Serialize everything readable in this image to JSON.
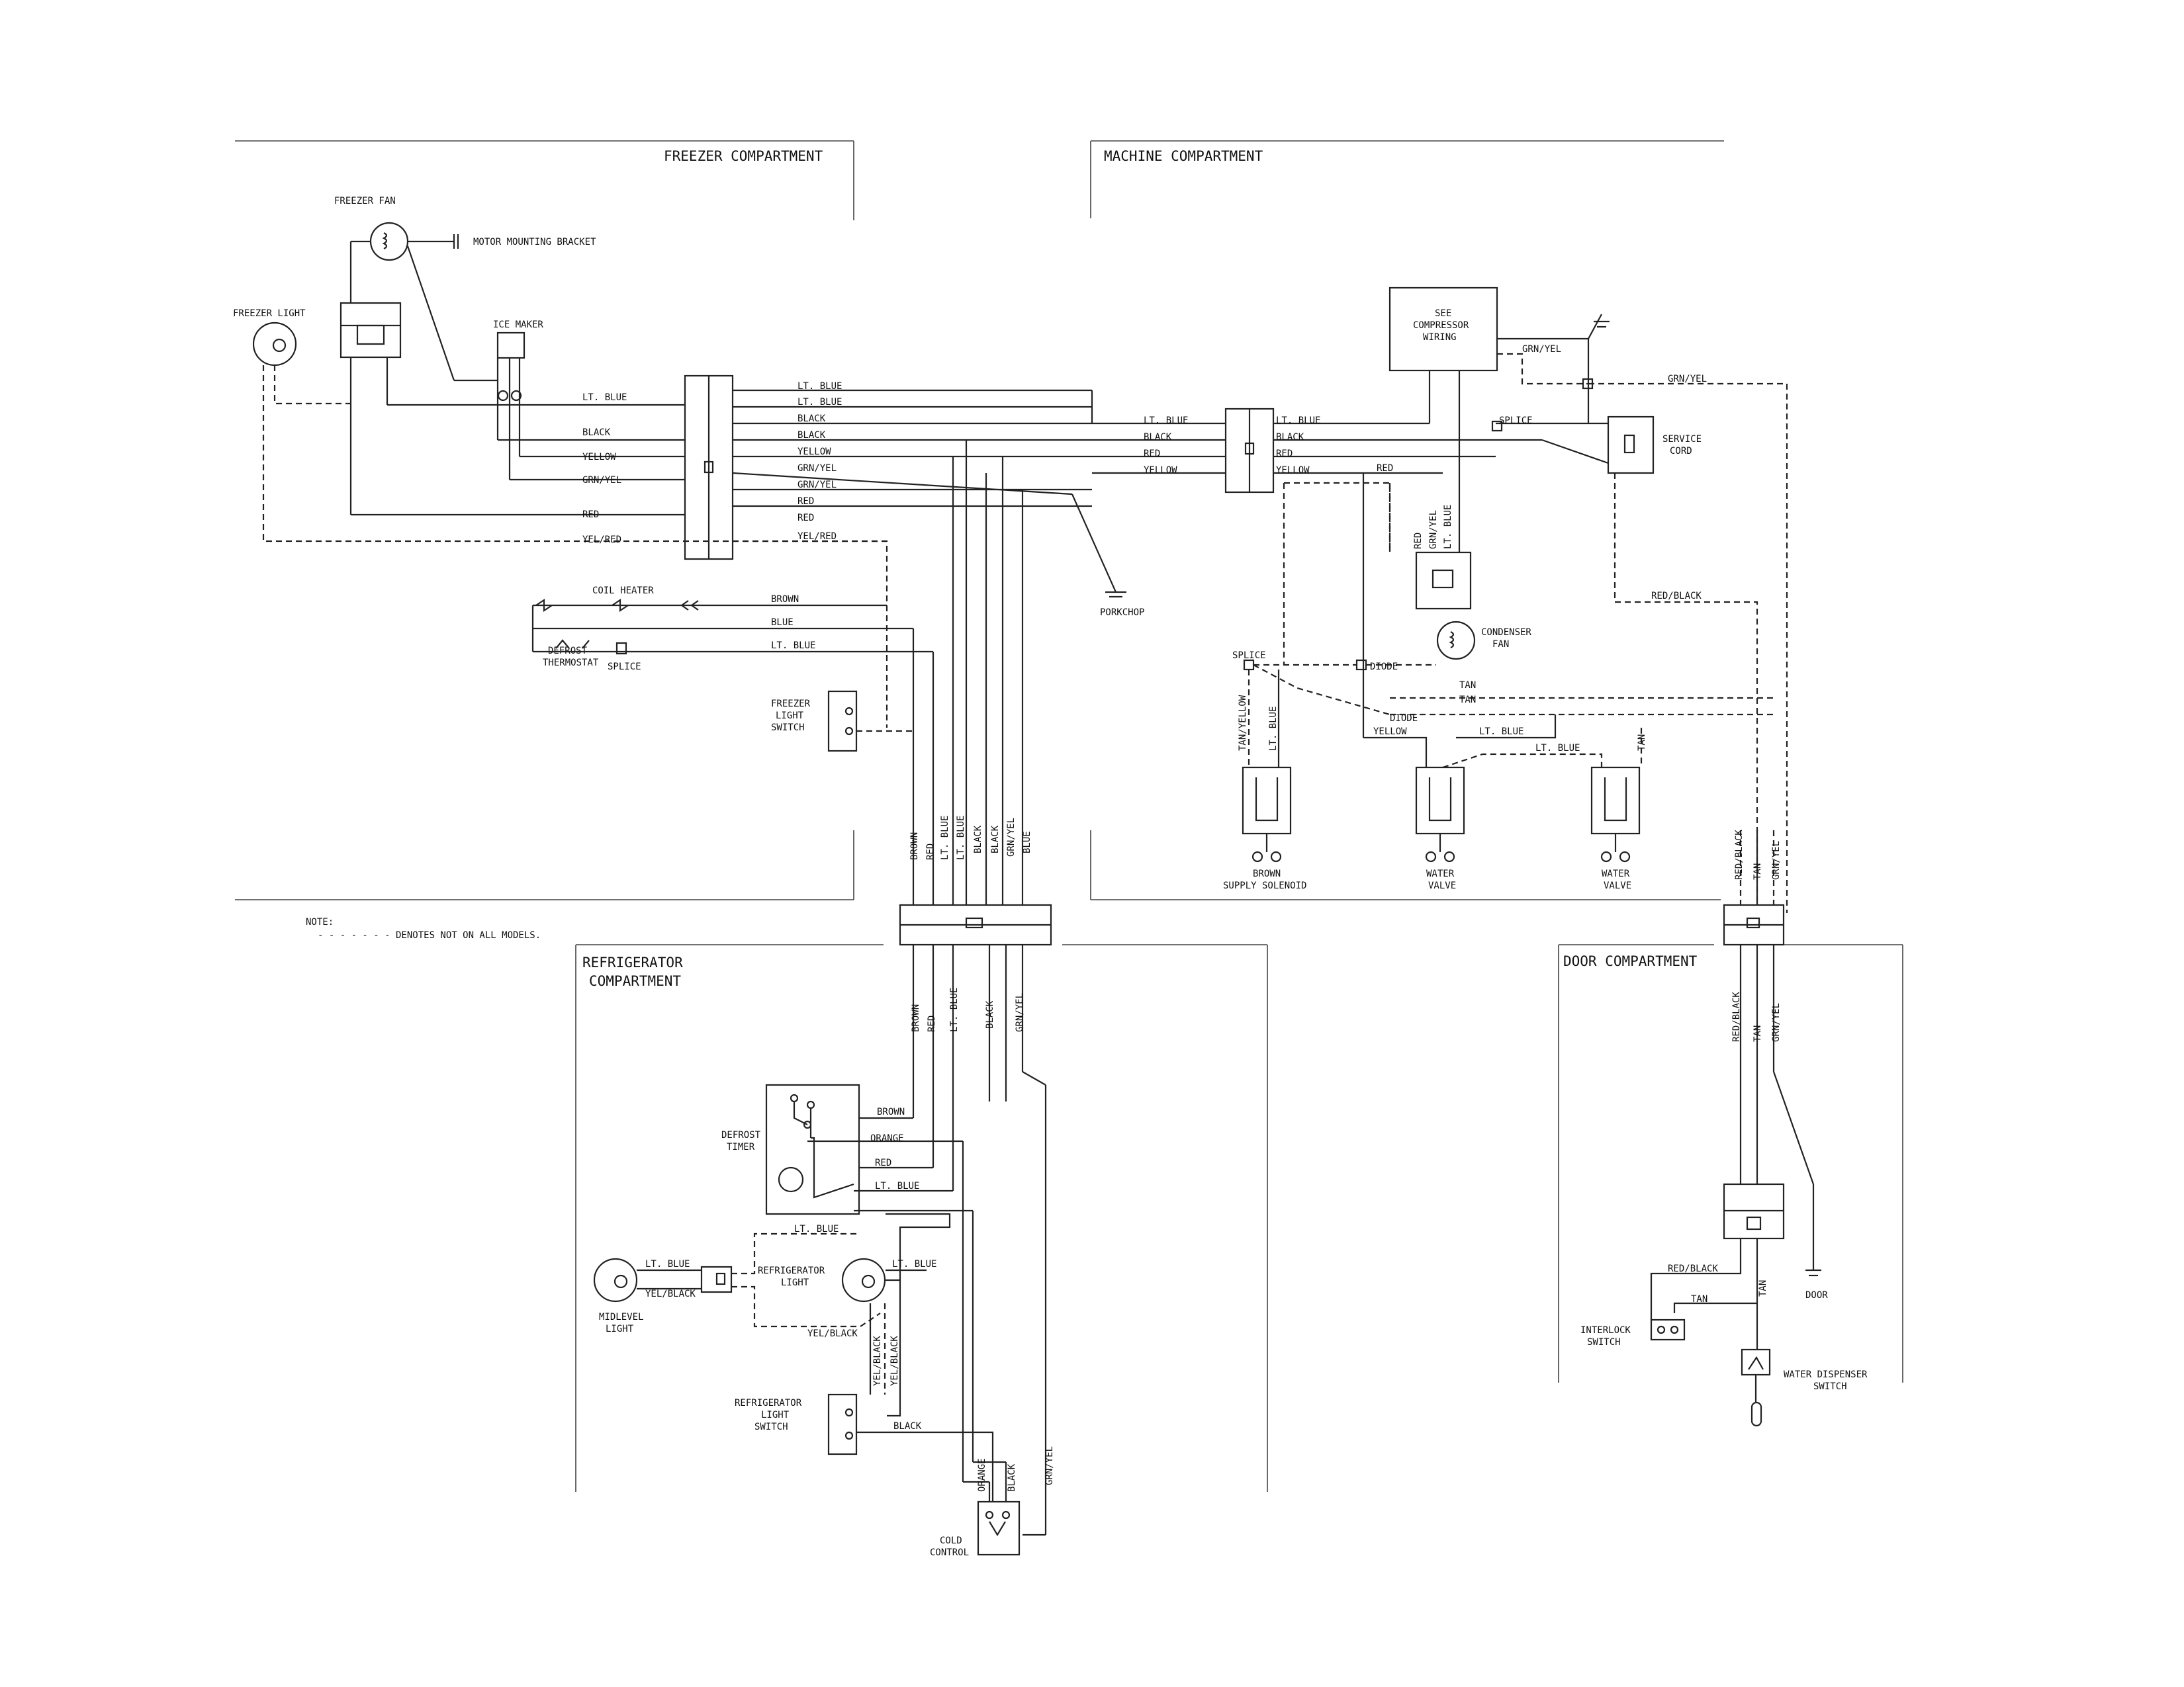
{
  "sections": {
    "freezer": "FREEZER COMPARTMENT",
    "machine": "MACHINE COMPARTMENT",
    "refrigerator_1": "REFRIGERATOR",
    "refrigerator_2": "COMPARTMENT",
    "door": "DOOR COMPARTMENT"
  },
  "note": {
    "title": "NOTE:",
    "text": "- - - - - - - DENOTES NOT ON ALL MODELS."
  },
  "components": {
    "freezer_fan": "FREEZER FAN",
    "motor_mounting_bracket": "MOTOR MOUNTING BRACKET",
    "freezer_light": "FREEZER LIGHT",
    "ice_maker": "ICE MAKER",
    "coil_heater": "COIL HEATER",
    "defrost_thermostat_1": "DEFROST",
    "defrost_thermostat_2": "THERMOSTAT",
    "splice": "SPLICE",
    "freezer_light_switch_1": "FREEZER",
    "freezer_light_switch_2": "LIGHT",
    "freezer_light_switch_3": "SWITCH",
    "porkchop": "PORKCHOP",
    "see_compressor_1": "SEE",
    "see_compressor_2": "COMPRESSOR",
    "see_compressor_3": "WIRING",
    "service_cord_1": "SERVICE",
    "service_cord_2": "CORD",
    "condenser_fan_1": "CONDENSER",
    "condenser_fan_2": "FAN",
    "diode": "DIODE",
    "brown_supply_1": "BROWN",
    "brown_supply_2": "SUPPLY SOLENOID",
    "water_valve_1": "WATER",
    "water_valve_2": "VALVE",
    "defrost_timer_1": "DEFROST",
    "defrost_timer_2": "TIMER",
    "midlevel_light_1": "MIDLEVEL",
    "midlevel_light_2": "LIGHT",
    "refrigerator_light_1": "REFRIGERATOR",
    "refrigerator_light_2": "LIGHT",
    "refrigerator_light_switch_1": "REFRIGERATOR",
    "refrigerator_light_switch_2": "LIGHT",
    "refrigerator_light_switch_3": "SWITCH",
    "cold_control_1": "COLD",
    "cold_control_2": "CONTROL",
    "interlock_switch_1": "INTERLOCK",
    "interlock_switch_2": "SWITCH",
    "water_dispenser_switch_1": "WATER DISPENSER",
    "water_dispenser_switch_2": "SWITCH",
    "door": "DOOR"
  },
  "wires": {
    "lt_blue": "LT. BLUE",
    "black": "BLACK",
    "yellow": "YELLOW",
    "grn_yel": "GRN/YEL",
    "red": "RED",
    "yel_red": "YEL/RED",
    "brown": "BROWN",
    "blue": "BLUE",
    "tan": "TAN",
    "tan_yellow": "TAN/YELLOW",
    "red_black": "RED/BLACK",
    "orange": "ORANGE",
    "yel_black": "YEL/BLACK"
  }
}
